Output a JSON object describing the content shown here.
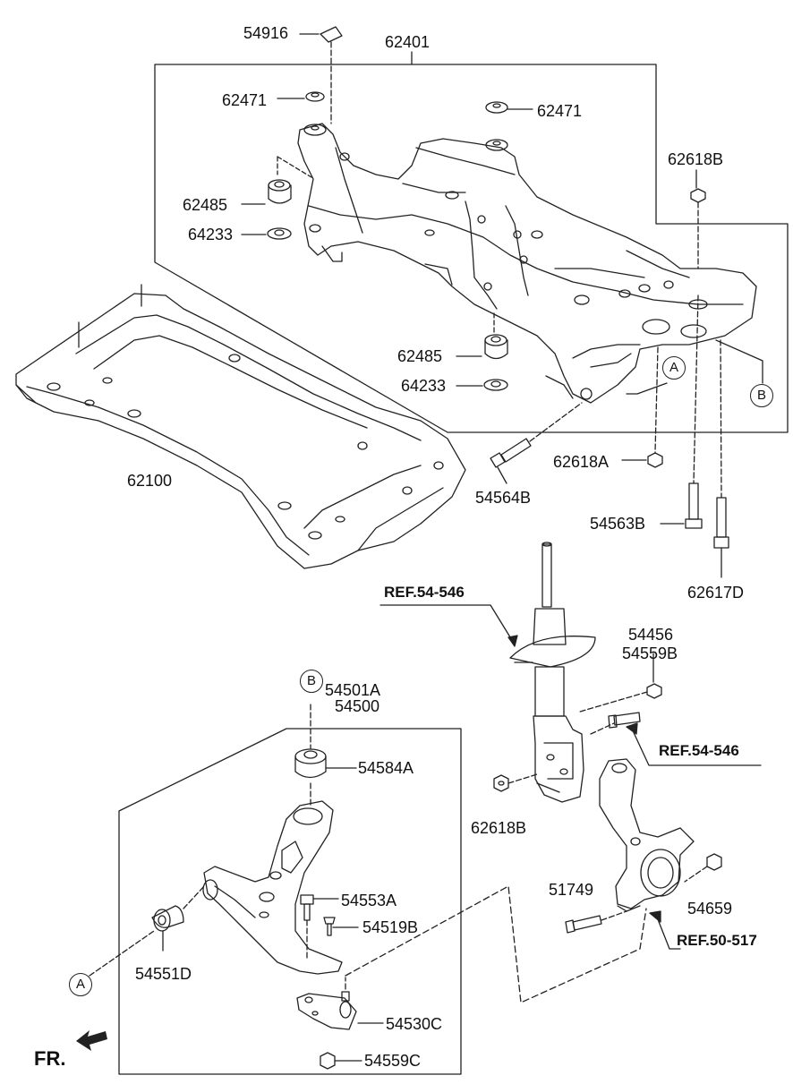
{
  "labels": {
    "p54916": "54916",
    "p62401": "62401",
    "p62471_left": "62471",
    "p62471_right": "62471",
    "p62618B_top": "62618B",
    "p62485_top": "62485",
    "p64233_top": "64233",
    "p62485_mid": "62485",
    "p64233_mid": "64233",
    "p62618A": "62618A",
    "p54564B": "54564B",
    "p54563B": "54563B",
    "p62617D": "62617D",
    "p62100": "62100",
    "ref_strut": "REF.54-546",
    "p54456": "54456",
    "p54559B": "54559B",
    "ref_strut_bolt": "REF.54-546",
    "p62618B_mid": "62618B",
    "p54501A": "54501A",
    "p54500": "54500",
    "p54584A": "54584A",
    "p54553A": "54553A",
    "p54519B": "54519B",
    "p51749": "51749",
    "p54659": "54659",
    "ref_knuckle": "REF.50-517",
    "p54551D": "54551D",
    "p54530C": "54530C",
    "p54559C": "54559C"
  },
  "callouts": {
    "a_top": "A",
    "b_top": "B",
    "b_arm": "B",
    "a_arm": "A"
  },
  "direction": {
    "label": "FR."
  },
  "icons": {
    "front_arrow": "front-arrow-icon"
  },
  "colors": {
    "line": "#222222",
    "background": "#ffffff"
  }
}
